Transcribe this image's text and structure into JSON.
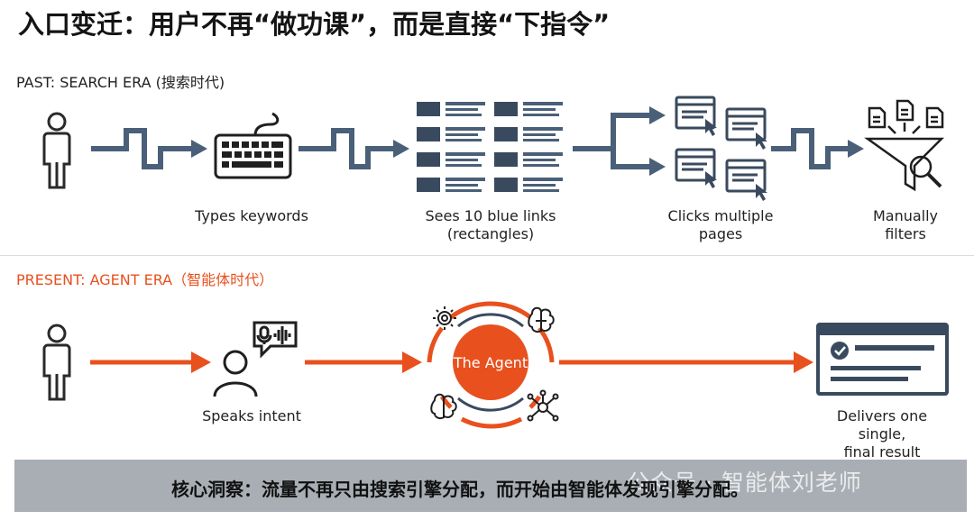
{
  "title": "入口变迁：用户不再“做功课”，而是直接“下指令”",
  "past": {
    "label": "PAST: SEARCH ERA (搜索时代)",
    "steps": [
      {
        "caption": "Types keywords",
        "icon": "keyboard-icon"
      },
      {
        "caption": "Sees 10 blue links\n(rectangles)",
        "icon": "link-list-icon"
      },
      {
        "caption": "Clicks multiple\npages",
        "icon": "browser-windows-icon"
      },
      {
        "caption": "Manually\nfilters",
        "icon": "filter-funnel-icon"
      }
    ]
  },
  "present": {
    "label": "PRESENT: AGENT ERA（智能体时代）",
    "agent_label": "The Agent",
    "steps": [
      {
        "caption": "Speaks intent",
        "icon": "speaking-person-icon"
      },
      {
        "caption": "Delivers one single,\nfinal result box",
        "icon": "result-box-icon"
      }
    ]
  },
  "insight": "核心洞察：流量不再只由搜索引擎分配，而开始由智能体发现引擎分配。",
  "watermark": "公众号 · 智能体刘老师",
  "colors": {
    "navy": "#3a4a5e",
    "steel": "#4a5f78",
    "orange": "#e8501e",
    "insight_bg": "#a9aeb4"
  }
}
